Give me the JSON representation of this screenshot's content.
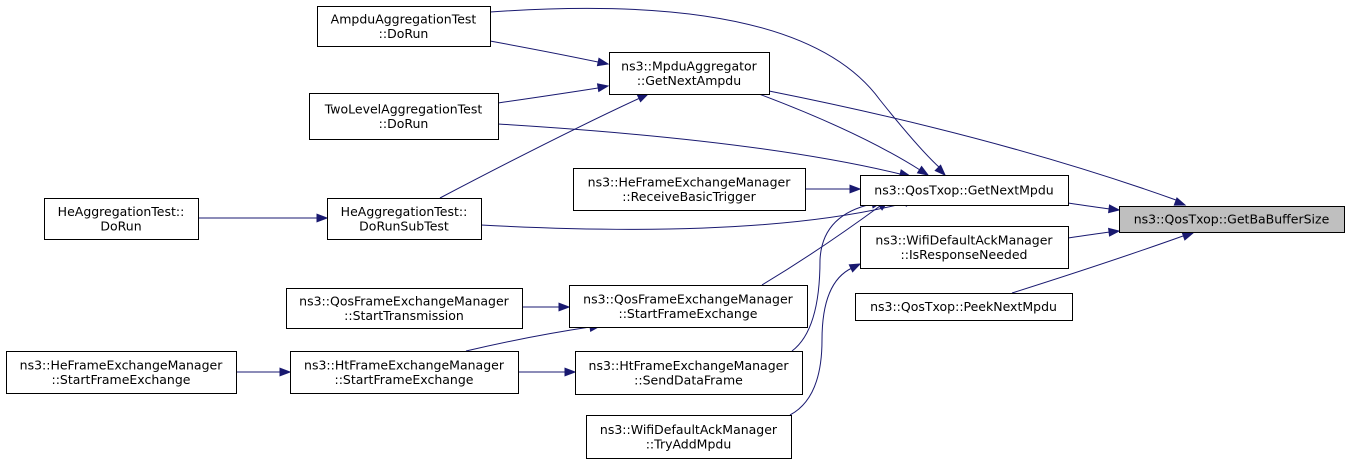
{
  "graph": {
    "nodes": {
      "getbabuffersize": [
        "ns3::QosTxop::GetBaBufferSize"
      ],
      "getnextmpdu": [
        "ns3::QosTxop::GetNextMpdu"
      ],
      "isresponseneeded": [
        "ns3::WifiDefaultAckManager",
        "::IsResponseNeeded"
      ],
      "peeknextmpdu": [
        "ns3::QosTxop::PeekNextMpdu"
      ],
      "getnextampdu": [
        "ns3::MpduAggregator",
        "::GetNextAmpdu"
      ],
      "ampdu_dorun": [
        "AmpduAggregationTest",
        "::DoRun"
      ],
      "twolevel_dorun": [
        "TwoLevelAggregationTest",
        "::DoRun"
      ],
      "he_dorunsubtest": [
        "HeAggregationTest::",
        "DoRunSubTest"
      ],
      "he_dorun": [
        "HeAggregationTest::",
        "DoRun"
      ],
      "he_receivebasictrigger": [
        "ns3::HeFrameExchangeManager",
        "::ReceiveBasicTrigger"
      ],
      "qos_startframeexchange": [
        "ns3::QosFrameExchangeManager",
        "::StartFrameExchange"
      ],
      "qos_starttransmission": [
        "ns3::QosFrameExchangeManager",
        "::StartTransmission"
      ],
      "ht_senddataframe": [
        "ns3::HtFrameExchangeManager",
        "::SendDataFrame"
      ],
      "ht_startframeexchange": [
        "ns3::HtFrameExchangeManager",
        "::StartFrameExchange"
      ],
      "he_startframeexchange": [
        "ns3::HeFrameExchangeManager",
        "::StartFrameExchange"
      ],
      "tryaddmpdu": [
        "ns3::WifiDefaultAckManager",
        "::TryAddMpdu"
      ]
    }
  }
}
